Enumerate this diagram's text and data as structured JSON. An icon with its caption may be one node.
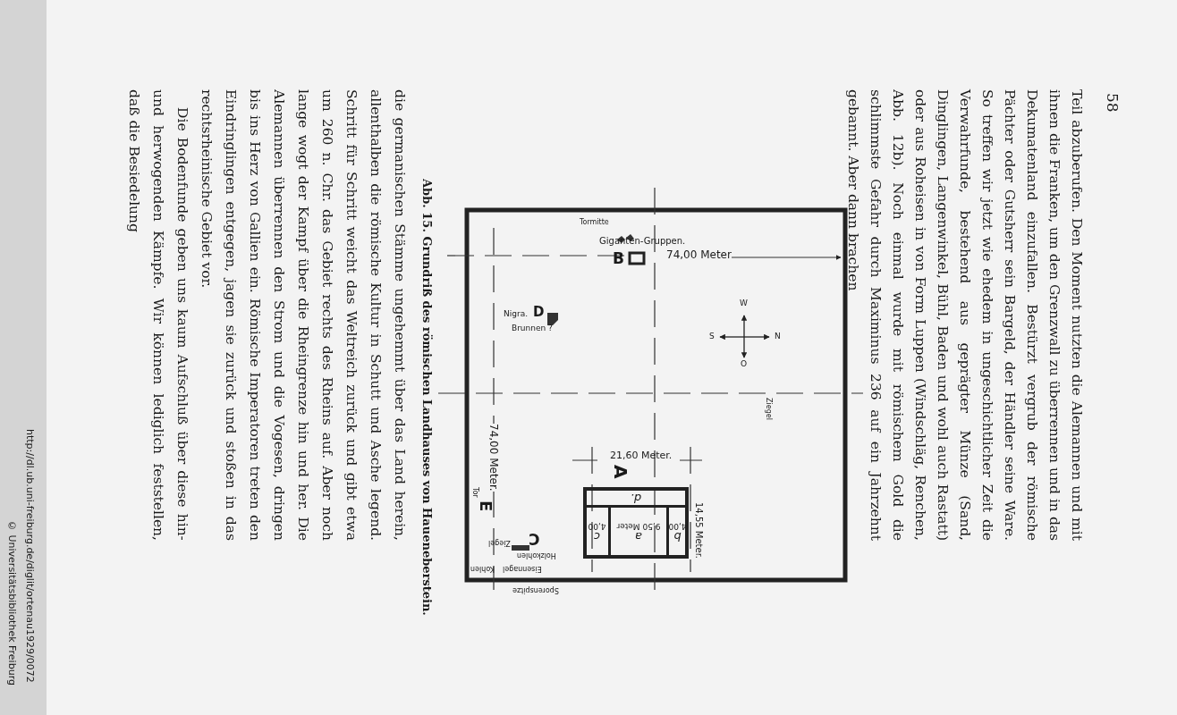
{
  "diagram": {
    "caption": "Abb. 15. Grundriß des römischen Landhauses von Haueneberstein.",
    "nodes": [
      {
        "text": [
          "A"
        ]
      },
      {
        "text": [
          "d."
        ],
        "in": 0
      },
      {
        "text": [
          "c",
          "4,00"
        ],
        "in": 0
      },
      {
        "text": [
          "a",
          "9,50 Meter"
        ],
        "in": 0
      },
      {
        "text": [
          "b",
          "4,00"
        ],
        "in": 0
      }
    ],
    "labels": [
      "58",
      "Teil abzuberufen. Den Moment nutzten die Alemannen und mit ihnen die Franken, um den Grenzwall zu überrennen und in das Dekumatenland einzufallen. Bestürzt vergrub der römische Pächter oder Gutsherr sein Bargeld, der Händler seine Ware. So treffen wir jetzt wie ehedem in ungeschichtlicher Zeit die Verwahrfunde, bestehend aus geprägter Münze (Sand, Dinglingen, Langenwinkel, Bühl, Baden und wohl auch Rastatt) oder aus Roheisen in von Form Luppen (Windschläg, Renchen, Abb. 12b). Noch einmal wurde mit römischem Gold die schlimmste Gefahr durch Maximinus 236 auf ein Jahrzehnt gebannt. Aber dann brachen",
      "die germanischen Stämme ungehemmt über das Land herein, allenthalben die römische Kultur in Schutt und Asche legend. Schritt für Schritt weicht das Weltreich zurück und gibt etwa um 260 n. Chr. das Gebiet rechts des Rheins auf. Aber noch lange wogt der Kampf über die Rheingrenze hin und her. Die Alemannen überrennen den Strom und die Vogesen, dringen bis ins Herz von Gallien ein. Römische Imperatoren treten den Eindringlingen entgegen, jagen sie zurück und stoßen in das rechtsrheinische Gebiet vor.",
      "Die Bodenfunde geben uns kaum Aufschluß über diese hin- und herwogenden Kämpfe. Wir können lediglich feststellen, daß die Besiedelung",
      "Tormitte",
      "Giganten-Gruppen.",
      "B",
      "74,00 Meter",
      "Nigra.",
      "Brunnen ?",
      "D",
      "W",
      "S",
      "N",
      "O",
      "Ziegel",
      "74,00 Meter.",
      "21,60 Meter.",
      "14,55 Meter.",
      "Tor",
      "E",
      "C",
      "Ziegel",
      "Holzkohlen",
      "Kohlen",
      "Eisennagel",
      "Sporenspitze",
      "http://dl.ub.uni-freiburg.de/diglit/ortenau1929/0072",
      "© Universitätsbibliothek Freiburg"
    ]
  }
}
